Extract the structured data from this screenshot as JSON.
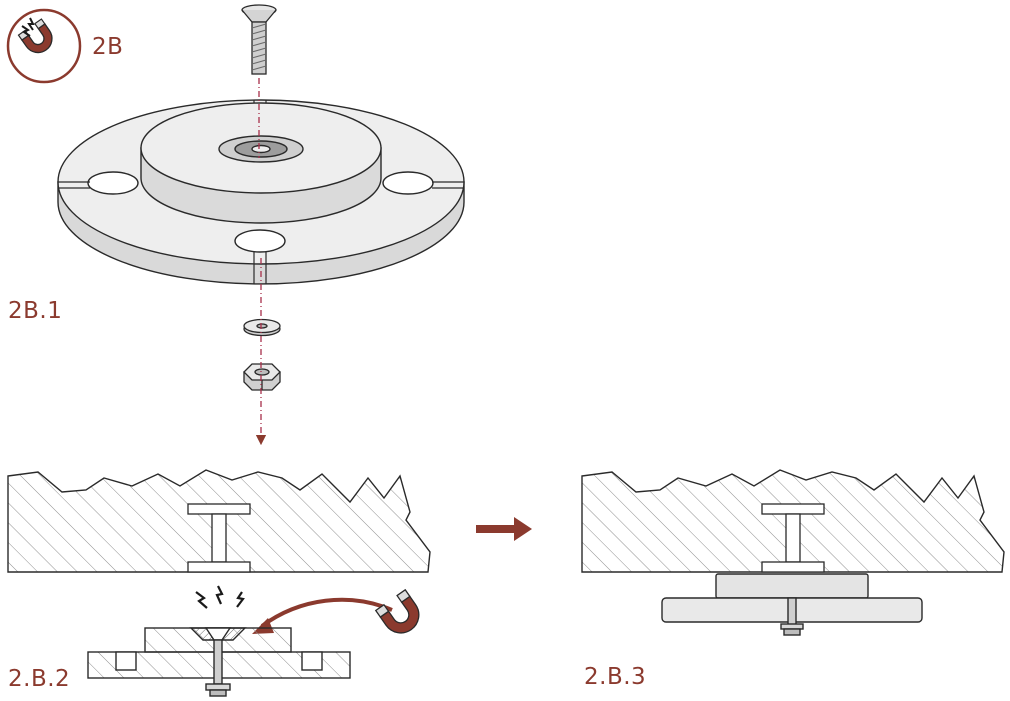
{
  "header": {
    "step_label": "2B",
    "icon": "magnet-icon"
  },
  "figures": [
    {
      "label": "2B.1"
    },
    {
      "label": "2.B.2"
    },
    {
      "label": "2.B.3"
    }
  ],
  "colors": {
    "accent": "#8B3A2E",
    "line": "#2a2a2a",
    "fill_light": "#eeeeee",
    "fill_mid": "#d8d8d8",
    "hatch": "#9a9a9a"
  }
}
